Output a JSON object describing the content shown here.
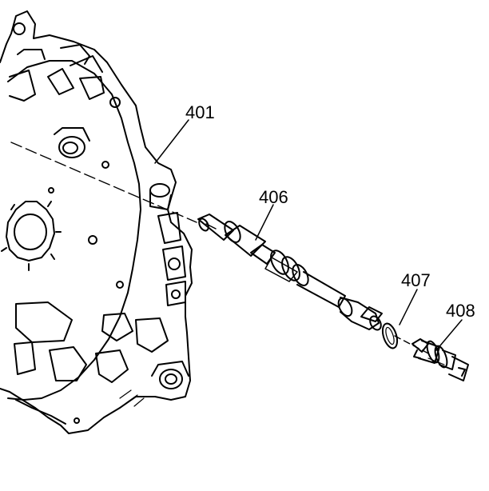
{
  "diagram": {
    "callouts": [
      {
        "id": "c401",
        "label": "401"
      },
      {
        "id": "c406",
        "label": "406"
      },
      {
        "id": "c407",
        "label": "407"
      },
      {
        "id": "c408",
        "label": "408"
      }
    ],
    "colors": {
      "ink": "#000000",
      "paper": "#ffffff"
    }
  }
}
